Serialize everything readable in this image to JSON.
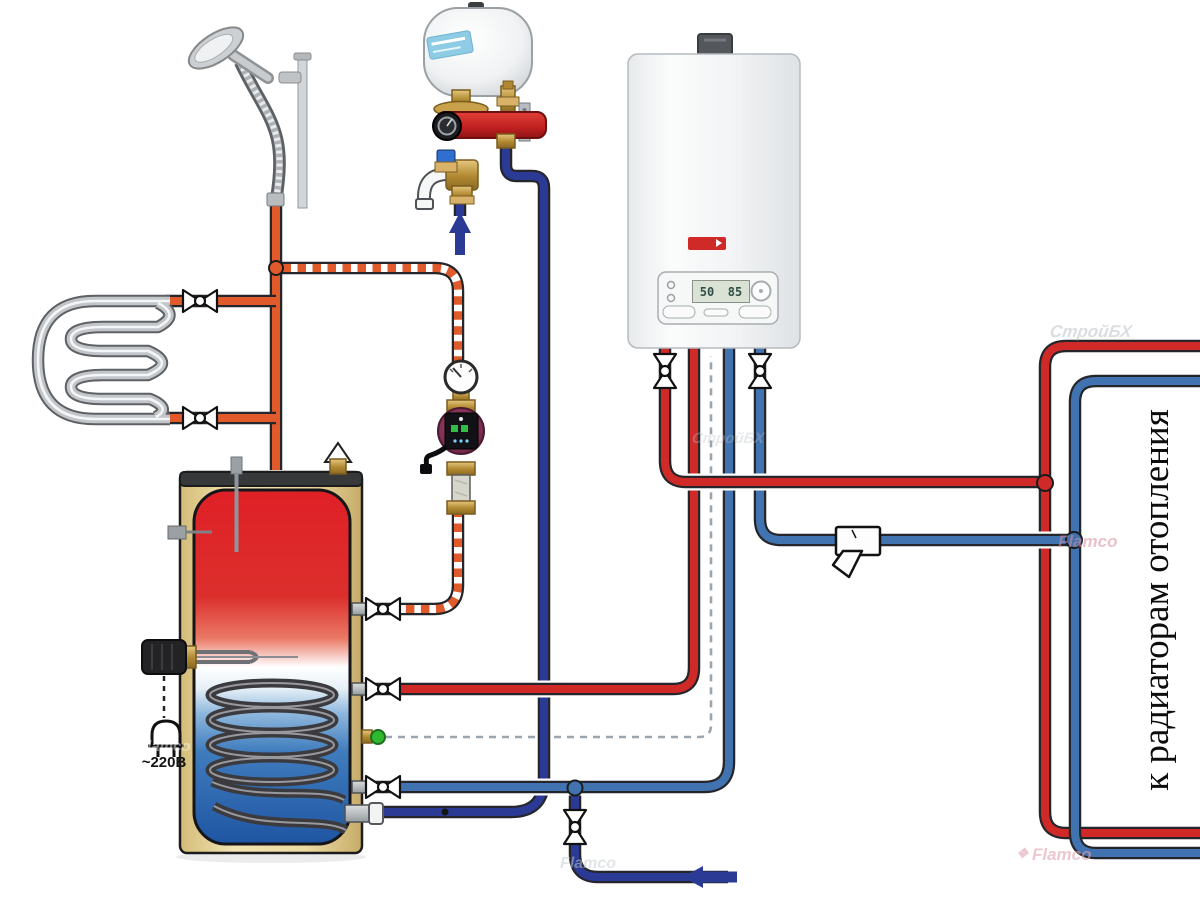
{
  "labels": {
    "radiators": "к радиаторам отопления",
    "voltage": "~220В"
  },
  "boiler_panel": {
    "display_left": "50",
    "display_right": "85"
  },
  "watermarks": {
    "flamco": "Flamco",
    "stroy": "СтройБХ",
    "diamond": "❖"
  },
  "colors": {
    "heating_red": "#cf2a28",
    "dhw_orange": "#e05a2b",
    "cold_navy": "#2b3a94",
    "return_blue": "#4173b0",
    "tank_insulation": "#ecd9a0",
    "pump_maroon": "#7c2d50",
    "green_indicator": "#2eb82e",
    "valve_outline": "#111111"
  }
}
